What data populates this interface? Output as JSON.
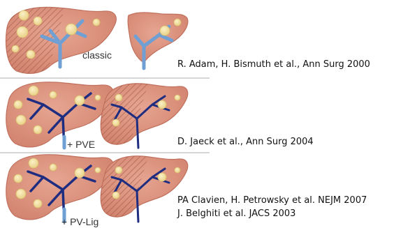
{
  "rows": [
    {
      "technique": "classic",
      "references": [
        "R. Adam, H. Bismuth et al., Ann Surg 2000"
      ]
    },
    {
      "technique": "+ PVE",
      "references": [
        "D. Jaeck et al.,  Ann Surg 2004"
      ]
    },
    {
      "technique": "+ PV-Lig",
      "references": [
        "PA Clavien, H. Petrowsky et al.  NEJM 2007",
        "J. Belghiti et al. JACS 2003"
      ]
    }
  ],
  "colors": {
    "liver": "#d98e7a",
    "liver_edge": "#c0705d",
    "tumor": "#f3df9e",
    "portal_vein": "#6f9fd3",
    "ligated_vein": "#1f2d80",
    "hatch": "#a35a48",
    "divider": "#c8c8c8"
  }
}
